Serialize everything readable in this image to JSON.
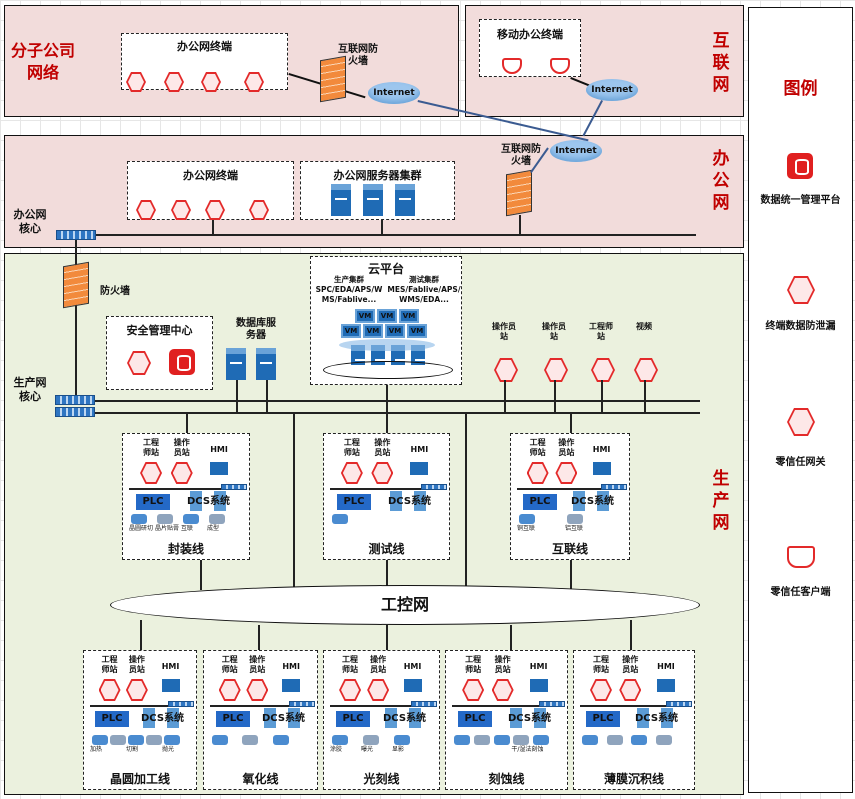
{
  "zones": {
    "branch": "分子公司网络",
    "internet": "互联网",
    "office": "办公网",
    "production": "生产网"
  },
  "branch": {
    "terminals_title": "办公网终端",
    "firewall": "互联网防火墙",
    "cloud": "Internet"
  },
  "internet_zone": {
    "mobile_title": "移动办公终端",
    "cloud": "Internet"
  },
  "office": {
    "core": "办公网核心",
    "terminals_title": "办公网终端",
    "servers_title": "办公网服务器集群",
    "firewall": "互联网防火墙",
    "cloud": "Internet"
  },
  "production": {
    "firewall": "防火墙",
    "security_center": "安全管理中心",
    "db_server": "数据库服务器",
    "cloud_platform": {
      "title": "云平台",
      "prod_cluster": "生产集群",
      "prod_apps": "SPC/EDA/APS/WMS/Fablive...",
      "test_cluster": "测试集群",
      "test_apps": "MES/Fablive/APS/WMS/EDA...",
      "vm": "VM"
    },
    "stations": [
      "操作员站",
      "操作员站",
      "工程师站",
      "视频"
    ],
    "core": "生产网核心",
    "ics_network": "工控网",
    "lines": [
      {
        "name": "封装线",
        "eng": "工程师站",
        "op": "操作员站",
        "hmi": "HMI",
        "plc": "PLC",
        "dcs": "DCS系统",
        "equipment": [
          "晶圆研切",
          "晶片贴膏",
          "互联",
          "成型"
        ]
      },
      {
        "name": "测试线",
        "eng": "工程师站",
        "op": "操作员站",
        "hmi": "HMI",
        "plc": "PLC",
        "dcs": "DCS系统",
        "equipment": [
          ""
        ]
      },
      {
        "name": "互联线",
        "eng": "工程师站",
        "op": "操作员站",
        "hmi": "HMI",
        "plc": "PLC",
        "dcs": "DCS系统",
        "equipment": [
          "铜互联",
          "铝互联"
        ]
      },
      {
        "name": "晶圆加工线",
        "eng": "工程师站",
        "op": "操作员站",
        "hmi": "HMI",
        "plc": "PLC",
        "dcs": "DCS系统",
        "equipment": [
          "加热",
          "",
          "切割",
          "",
          "抛光"
        ]
      },
      {
        "name": "氧化线",
        "eng": "工程师站",
        "op": "操作员站",
        "hmi": "HMI",
        "plc": "PLC",
        "dcs": "DCS系统",
        "equipment": [
          "",
          "",
          ""
        ]
      },
      {
        "name": "光刻线",
        "eng": "工程师站",
        "op": "操作员站",
        "hmi": "HMI",
        "plc": "PLC",
        "dcs": "DCS系统",
        "equipment": [
          "涂胶",
          "曝光",
          "显影"
        ]
      },
      {
        "name": "刻蚀线",
        "eng": "工程师站",
        "op": "操作员站",
        "hmi": "HMI",
        "plc": "PLC",
        "dcs": "DCS系统",
        "equipment": [
          "",
          "",
          "",
          "干/湿法刻蚀",
          ""
        ]
      },
      {
        "name": "薄膜沉积线",
        "eng": "工程师站",
        "op": "操作员站",
        "hmi": "HMI",
        "plc": "PLC",
        "dcs": "DCS系统",
        "equipment": [
          "",
          "",
          "",
          ""
        ]
      }
    ]
  },
  "legend": {
    "title": "图例",
    "items": [
      {
        "label": "数据统一管理平台",
        "icon": "database-management-icon"
      },
      {
        "label": "终端数据防泄漏",
        "icon": "terminal-dlp-icon"
      },
      {
        "label": "零信任网关",
        "icon": "zero-trust-gateway-icon"
      },
      {
        "label": "零信任客户端",
        "icon": "zero-trust-client-icon"
      }
    ]
  },
  "colors": {
    "zone_label": "#c00000",
    "pink_zone": "#f2dcdb",
    "green_zone": "#ebf1de",
    "device_blue": "#1f6bb5",
    "security_red": "#e32a2a"
  }
}
